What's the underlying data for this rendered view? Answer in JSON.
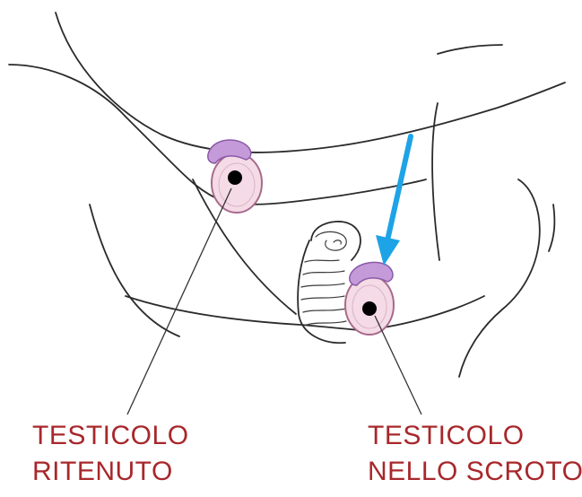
{
  "colors": {
    "label": "#a8272b",
    "arrow": "#1ea3e6",
    "testis_fill": "#f4dbe6",
    "testis_stroke": "#a86a8c",
    "epididymis_fill": "#c59ad9",
    "outline": "#2b2b2b"
  },
  "labels": {
    "retained": {
      "line1": "TESTICOLO",
      "line2": "RITENUTO"
    },
    "scrotal": {
      "line1": "TESTICOLO",
      "line2": "NELLO SCROTO"
    }
  }
}
